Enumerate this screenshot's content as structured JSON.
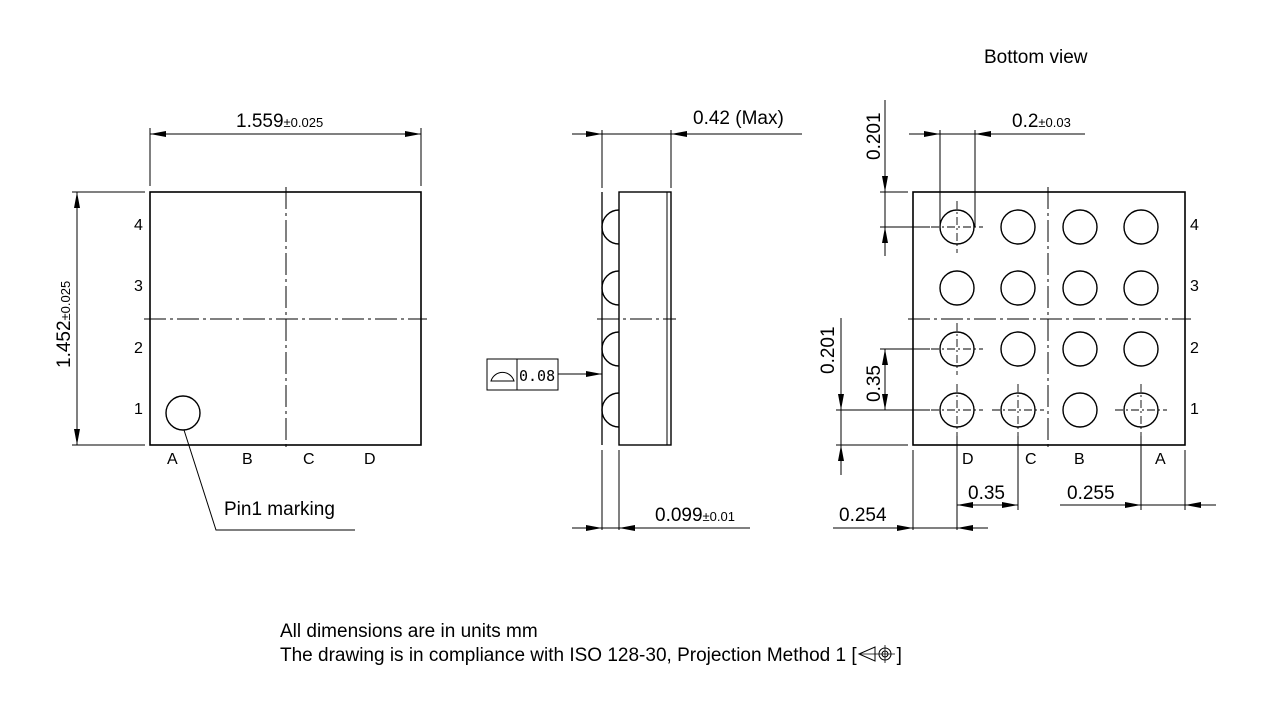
{
  "top_view": {
    "width_dim": {
      "value": "1.559",
      "tolerance": "±0.025"
    },
    "height_dim": {
      "value": "1.452",
      "tolerance": "±0.025"
    },
    "row_labels": [
      "4",
      "3",
      "2",
      "1"
    ],
    "col_labels": [
      "A",
      "B",
      "C",
      "D"
    ],
    "pin1_label": "Pin1 marking"
  },
  "side_view": {
    "height_dim": "0.42 (Max)",
    "standoff_dim": {
      "value": "0.099",
      "tolerance": "±0.01"
    },
    "flatness_symbol": "profile-of-surface-icon",
    "flatness_value": "0.08"
  },
  "bottom_view": {
    "title": "Bottom view",
    "ball_dia_dim": {
      "value": "0.2",
      "tolerance": "±0.03"
    },
    "top_edge_dim": "0.201",
    "bottom_edge_dim": "0.201",
    "pitch_v_dim": "0.35",
    "pitch_h_dim": "0.35",
    "left_edge_dim": "0.254",
    "right_edge_dim": "0.255",
    "row_labels": [
      "4",
      "3",
      "2",
      "1"
    ],
    "col_labels": [
      "D",
      "C",
      "B",
      "A"
    ]
  },
  "notes": {
    "line1": "All dimensions are in units mm",
    "line2": "The drawing is in compliance with ISO 128-30, Projection Method 1 [",
    "line2_end": "]",
    "projection_symbol": "first-angle-projection-icon"
  }
}
